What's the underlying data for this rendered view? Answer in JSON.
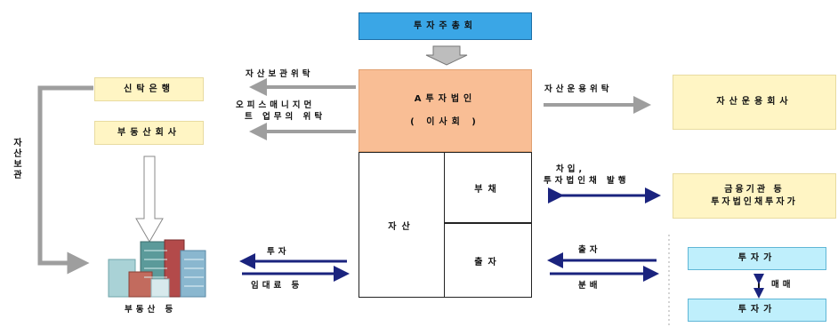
{
  "top_box": "투자주총회",
  "corp": {
    "line1": "A투자법인",
    "line2": "( 이사회 )"
  },
  "balance": {
    "assets": "자산",
    "liabilities": "부채",
    "equity": "출자"
  },
  "left": {
    "trust_bank": "신탁은행",
    "real_estate_co": "부동산회사",
    "building_caption": "부동산 등",
    "vertical_label": "자산보관"
  },
  "arrows": {
    "custody": "자산보관위탁",
    "office_line1": "오피스매니지먼",
    "office_line2": "트 업무의 위탁",
    "invest": "투자",
    "lease": "임대료 등",
    "asset_mgmt": "자산운용위탁",
    "borrow_line1": "차입,",
    "borrow_line2": "투자법인채 발행",
    "contribute": "출자",
    "distribute": "분배",
    "trade": "매매"
  },
  "right": {
    "asset_mgmt_co": "자산운용회사",
    "finance_line1": "금융기관 등",
    "finance_line2": "투자법인채투자가",
    "investor_top": "투자가",
    "investor_bottom": "투자가"
  },
  "colors": {
    "top_box": "#3aa6e6",
    "corp": "#f9be95",
    "side_boxes": "#fff5c4",
    "investor": "#bfeffc",
    "dark_arrow": "#1a237e",
    "gray_arrow": "#9e9e9e"
  }
}
